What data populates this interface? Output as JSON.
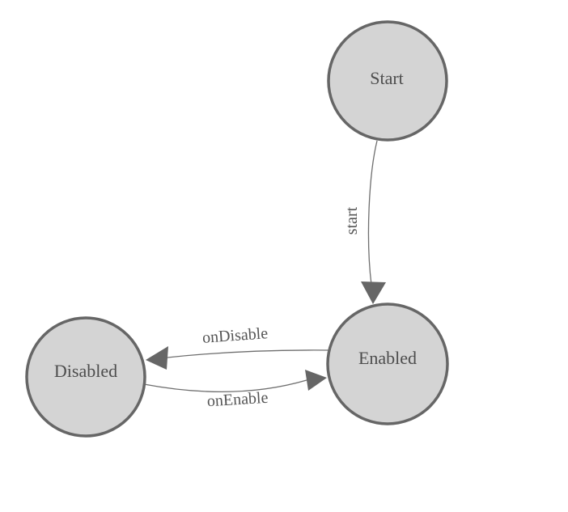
{
  "diagram": {
    "type": "state-machine",
    "background": "#ffffff",
    "colors": {
      "node_fill": "#d4d4d4",
      "node_stroke": "#666666",
      "edge_stroke": "#6e6e6e",
      "arrow_fill": "#666666",
      "label_text": "#4d4d4d"
    },
    "nodes": [
      {
        "id": "start",
        "label": "Start"
      },
      {
        "id": "enabled",
        "label": "Enabled"
      },
      {
        "id": "disabled",
        "label": "Disabled"
      }
    ],
    "edges": [
      {
        "id": "start-transition",
        "label": "start",
        "from": "Start",
        "to": "Enabled"
      },
      {
        "id": "on-disable",
        "label": "onDisable",
        "from": "Enabled",
        "to": "Disabled"
      },
      {
        "id": "on-enable",
        "label": "onEnable",
        "from": "Disabled",
        "to": "Enabled"
      }
    ]
  }
}
